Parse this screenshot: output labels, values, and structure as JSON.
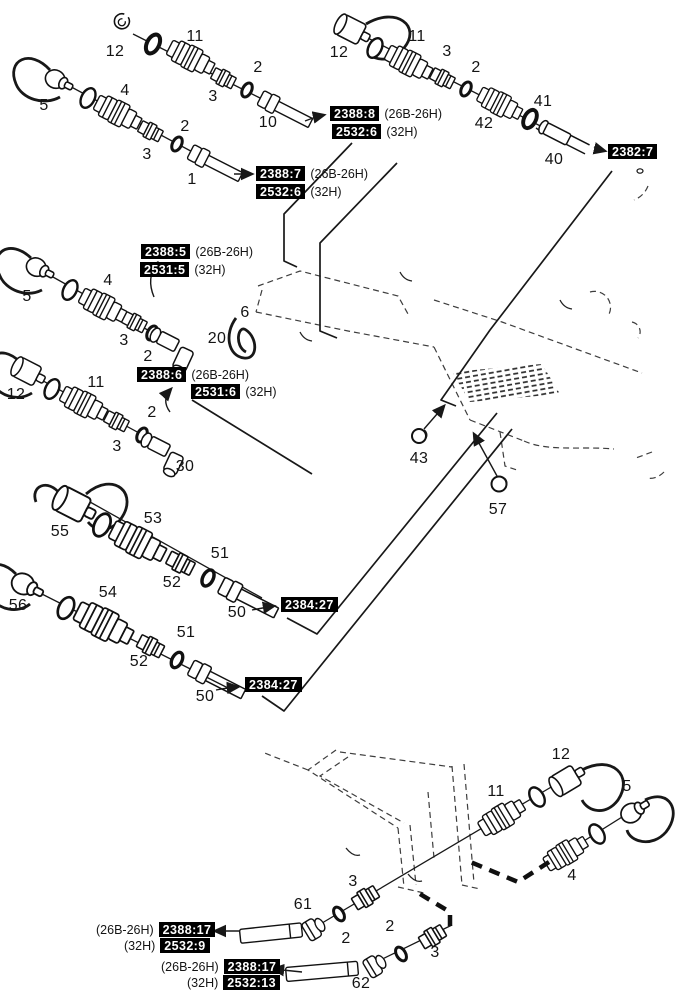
{
  "refs": {
    "1": "1",
    "2": "2",
    "3": "3",
    "4": "4",
    "5": "5",
    "6": "6",
    "10": "10",
    "11": "11",
    "12": "12",
    "20": "20",
    "30": "30",
    "40": "40",
    "41": "41",
    "42": "42",
    "43": "43",
    "50": "50",
    "51": "51",
    "52": "52",
    "53": "53",
    "54": "54",
    "55": "55",
    "56": "56",
    "57": "57",
    "61": "61",
    "62": "62"
  },
  "tags": {
    "t2388_8": {
      "code": "2388:8",
      "qual": "(26B-26H)"
    },
    "t2532_6": {
      "code": "2532:6",
      "qual": "(32H)"
    },
    "t2388_7": {
      "code": "2388:7",
      "qual": "(26B-26H)"
    },
    "t2382_7": {
      "code": "2382:7"
    },
    "t2388_5": {
      "code": "2388:5",
      "qual": "(26B-26H)"
    },
    "t2531_5": {
      "code": "2531:5",
      "qual": "(32H)"
    },
    "t2388_6": {
      "code": "2388:6",
      "qual": "(26B-26H)"
    },
    "t2531_6": {
      "code": "2531:6",
      "qual": "(32H)"
    },
    "t2384_27": {
      "code": "2384:27"
    },
    "t2388_17": {
      "code": "2388:17",
      "qual": "(26B-26H)"
    },
    "t2532_9": {
      "code": "2532:9",
      "qual": "(32H)"
    },
    "t2532_13": {
      "code": "2532:13",
      "qual": "(32H)"
    }
  }
}
